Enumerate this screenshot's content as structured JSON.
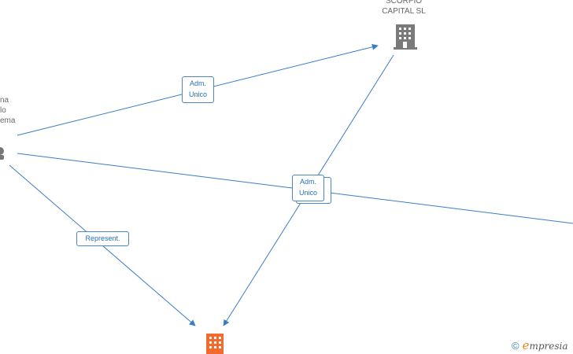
{
  "nodes": {
    "scorpio_label_line1": "SCORPIO",
    "scorpio_label_line2": "CAPITAL  SL",
    "person_label_line1": "na",
    "person_label_line2": "lo",
    "person_label_line3": "ema"
  },
  "edges": {
    "adm_unico_1_line1": "Adm.",
    "adm_unico_1_line2": "Unico",
    "adm_unico_2_line1": "Adm.",
    "adm_unico_2_line2": "Unico",
    "represent": "Represent."
  },
  "footer": {
    "copyright_symbol": "©",
    "brand_initial": "e",
    "brand_rest": "mpresia"
  },
  "colors": {
    "edge": "#3b7dc4",
    "building_gray": "#7a7a7a",
    "building_orange": "#f26a2e",
    "person_gray": "#777777"
  }
}
